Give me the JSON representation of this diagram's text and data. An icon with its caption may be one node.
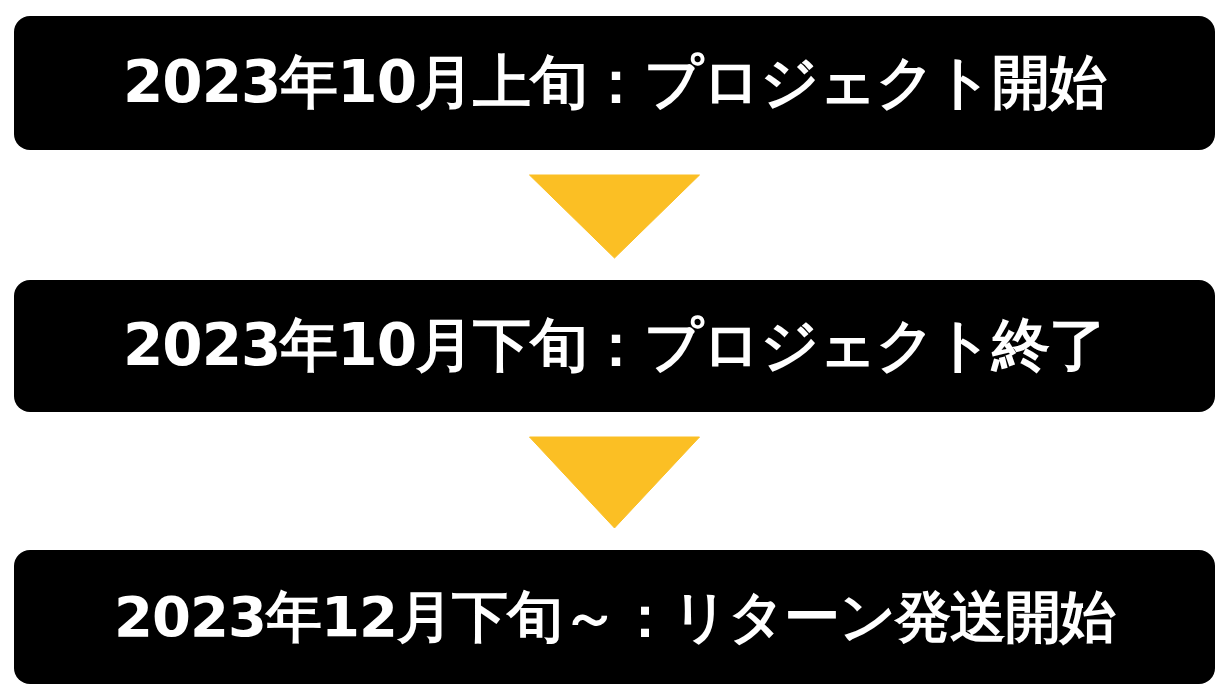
{
  "diagram": {
    "nodes": [
      {
        "text": [
          "2023年10月上旬：プロジェクト開始"
        ]
      },
      {
        "text": [
          "2023年10月下旬：プロジェクト終了"
        ]
      },
      {
        "text": [
          "2023年12月下旬～：リターン発送開始"
        ]
      }
    ],
    "edges": [
      {
        "from": 0,
        "to": 1,
        "arrow": "to"
      },
      {
        "from": 1,
        "to": 2,
        "arrow": "to"
      }
    ]
  }
}
